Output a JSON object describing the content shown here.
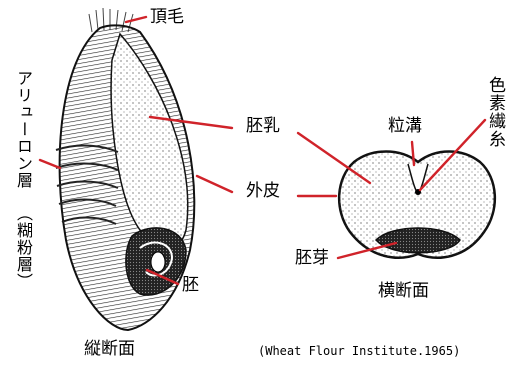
{
  "labels": {
    "apical_hair": "頂毛",
    "endosperm": "胚乳",
    "pericarp": "外皮",
    "germ_embryo": "胚",
    "crease": "粒溝",
    "pigment_strand": "色素繊糸",
    "germ": "胚芽",
    "aleurone_layer": "アリューロン層",
    "bran_layer": "（糊粉層）"
  },
  "captions": {
    "longitudinal_section": "縦断面",
    "cross_section": "横断面",
    "source": "(Wheat Flour Institute.1965)"
  },
  "colors": {
    "leader_line": "#d0232a",
    "ink": "#000000"
  }
}
